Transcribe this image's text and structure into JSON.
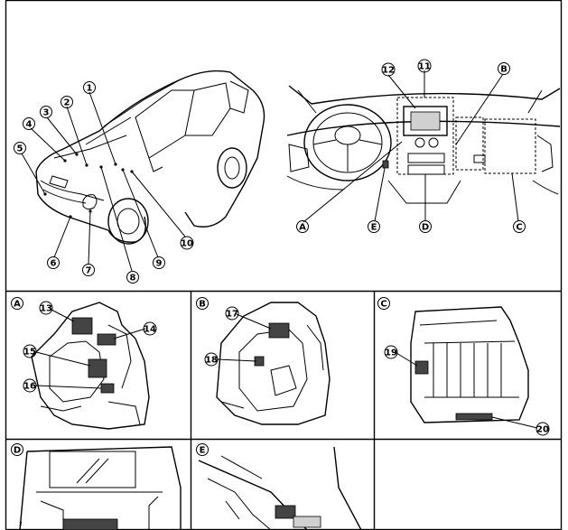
{
  "callouts_numbers": [
    "1",
    "2",
    "3",
    "4",
    "5",
    "6",
    "7",
    "8",
    "9",
    "10",
    "11",
    "12",
    "13",
    "14",
    "15",
    "16",
    "17",
    "18",
    "19",
    "20"
  ],
  "callouts_letters": [
    "A",
    "B",
    "C",
    "D",
    "E"
  ],
  "panel_labels": [
    "A",
    "B",
    "C",
    "D",
    "E"
  ]
}
